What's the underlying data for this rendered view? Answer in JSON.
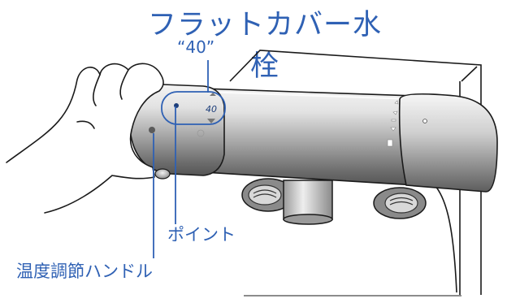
{
  "title": "フラットカバー水栓",
  "callouts": {
    "temperature_value": "“40”",
    "point": "ポイント",
    "temperature_handle": "温度調節ハンドル"
  },
  "dial": {
    "value": "40"
  },
  "colors": {
    "accent_blue": "#2f61b4",
    "line_art": "#1a1a1a"
  }
}
